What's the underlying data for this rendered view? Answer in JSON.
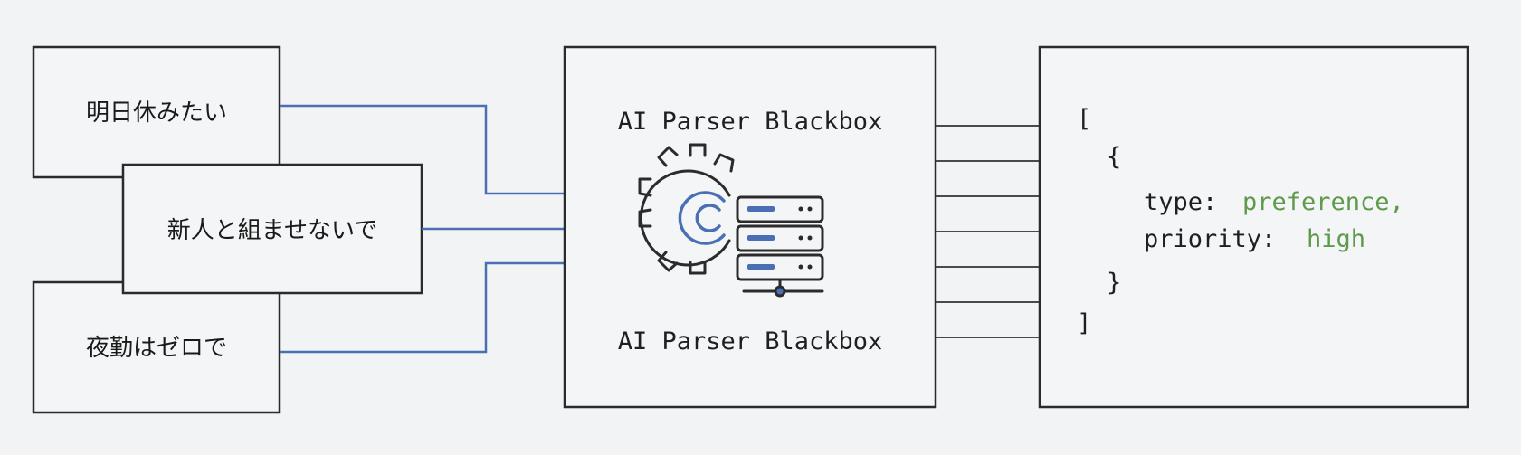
{
  "inputs": [
    {
      "text": "明日休みたい"
    },
    {
      "text": "新人と組ませないで"
    },
    {
      "text": "夜勤はゼロで"
    }
  ],
  "parser": {
    "title_top": "AI Parser Blackbox",
    "title_bottom": "AI Parser Blackbox",
    "icon": "gear-server-icon"
  },
  "output": {
    "open_bracket": "[",
    "open_brace": "{",
    "type_key": "type:",
    "type_value": "preference,",
    "priority_key": "priority:",
    "priority_value": "high",
    "close_brace": "}",
    "close_bracket": "]"
  },
  "colors": {
    "background": "#f1f3f5",
    "connector": "#4a6fb5",
    "value_green": "#5f9a4c",
    "border": "#2b2b2b"
  }
}
